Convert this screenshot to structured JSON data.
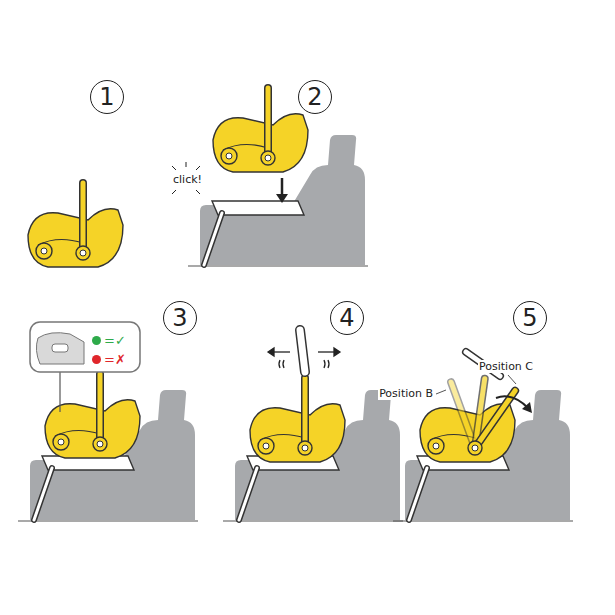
{
  "diagram": {
    "nodes": [
      {
        "text": [
          "1"
        ]
      },
      {
        "text": [
          "2"
        ]
      },
      {
        "text": [
          "3"
        ]
      },
      {
        "text": [
          "4"
        ]
      },
      {
        "text": [
          "5"
        ]
      }
    ],
    "labels": [
      "click!",
      "Position B",
      "Position C"
    ],
    "legend": [
      {
        "text": "=✓",
        "color": "#2eaa4a"
      },
      {
        "text": "=✗",
        "color": "#e0262b"
      }
    ]
  }
}
